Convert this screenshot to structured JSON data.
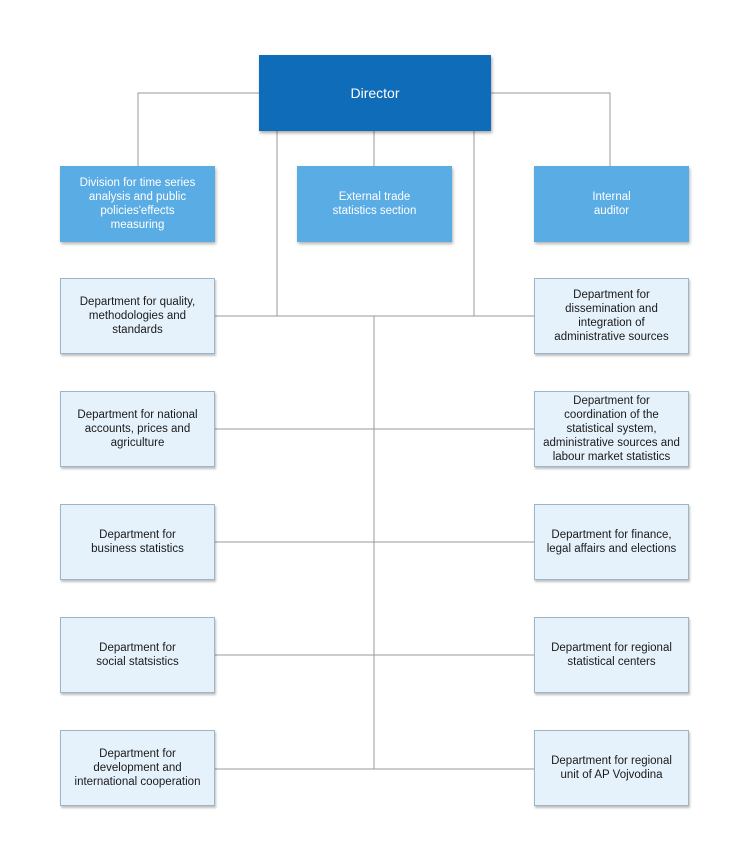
{
  "director": "Director",
  "top_units": {
    "division": "Division for time series\nanalysis and public\npolicies'effects\nmeasuring",
    "external_trade": "External trade\nstatistics section",
    "internal_auditor": "Internal\nauditor"
  },
  "departments_left": [
    "Department for quality,\nmethodologies and\nstandards",
    "Department for national\naccounts, prices and\nagriculture",
    "Department for\nbusiness statistics",
    "Department for\nsocial statsistics",
    "Department for\ndevelopment and\ninternational cooperation"
  ],
  "departments_right": [
    "Department for\ndissemination and\nintegration of\nadministrative sources",
    "Department for\ncoordination of the\nstatistical system,\nadministrative sources and\nlabour market statistics",
    "Department for finance,\nlegal affairs and elections",
    "Department for regional\nstatistical centers",
    "Department for regional\nunit of AP Vojvodina"
  ],
  "colors": {
    "director": "#0f6cb9",
    "section": "#5aace4",
    "department": "#e6f2fb",
    "connector": "#9a9a9a"
  }
}
